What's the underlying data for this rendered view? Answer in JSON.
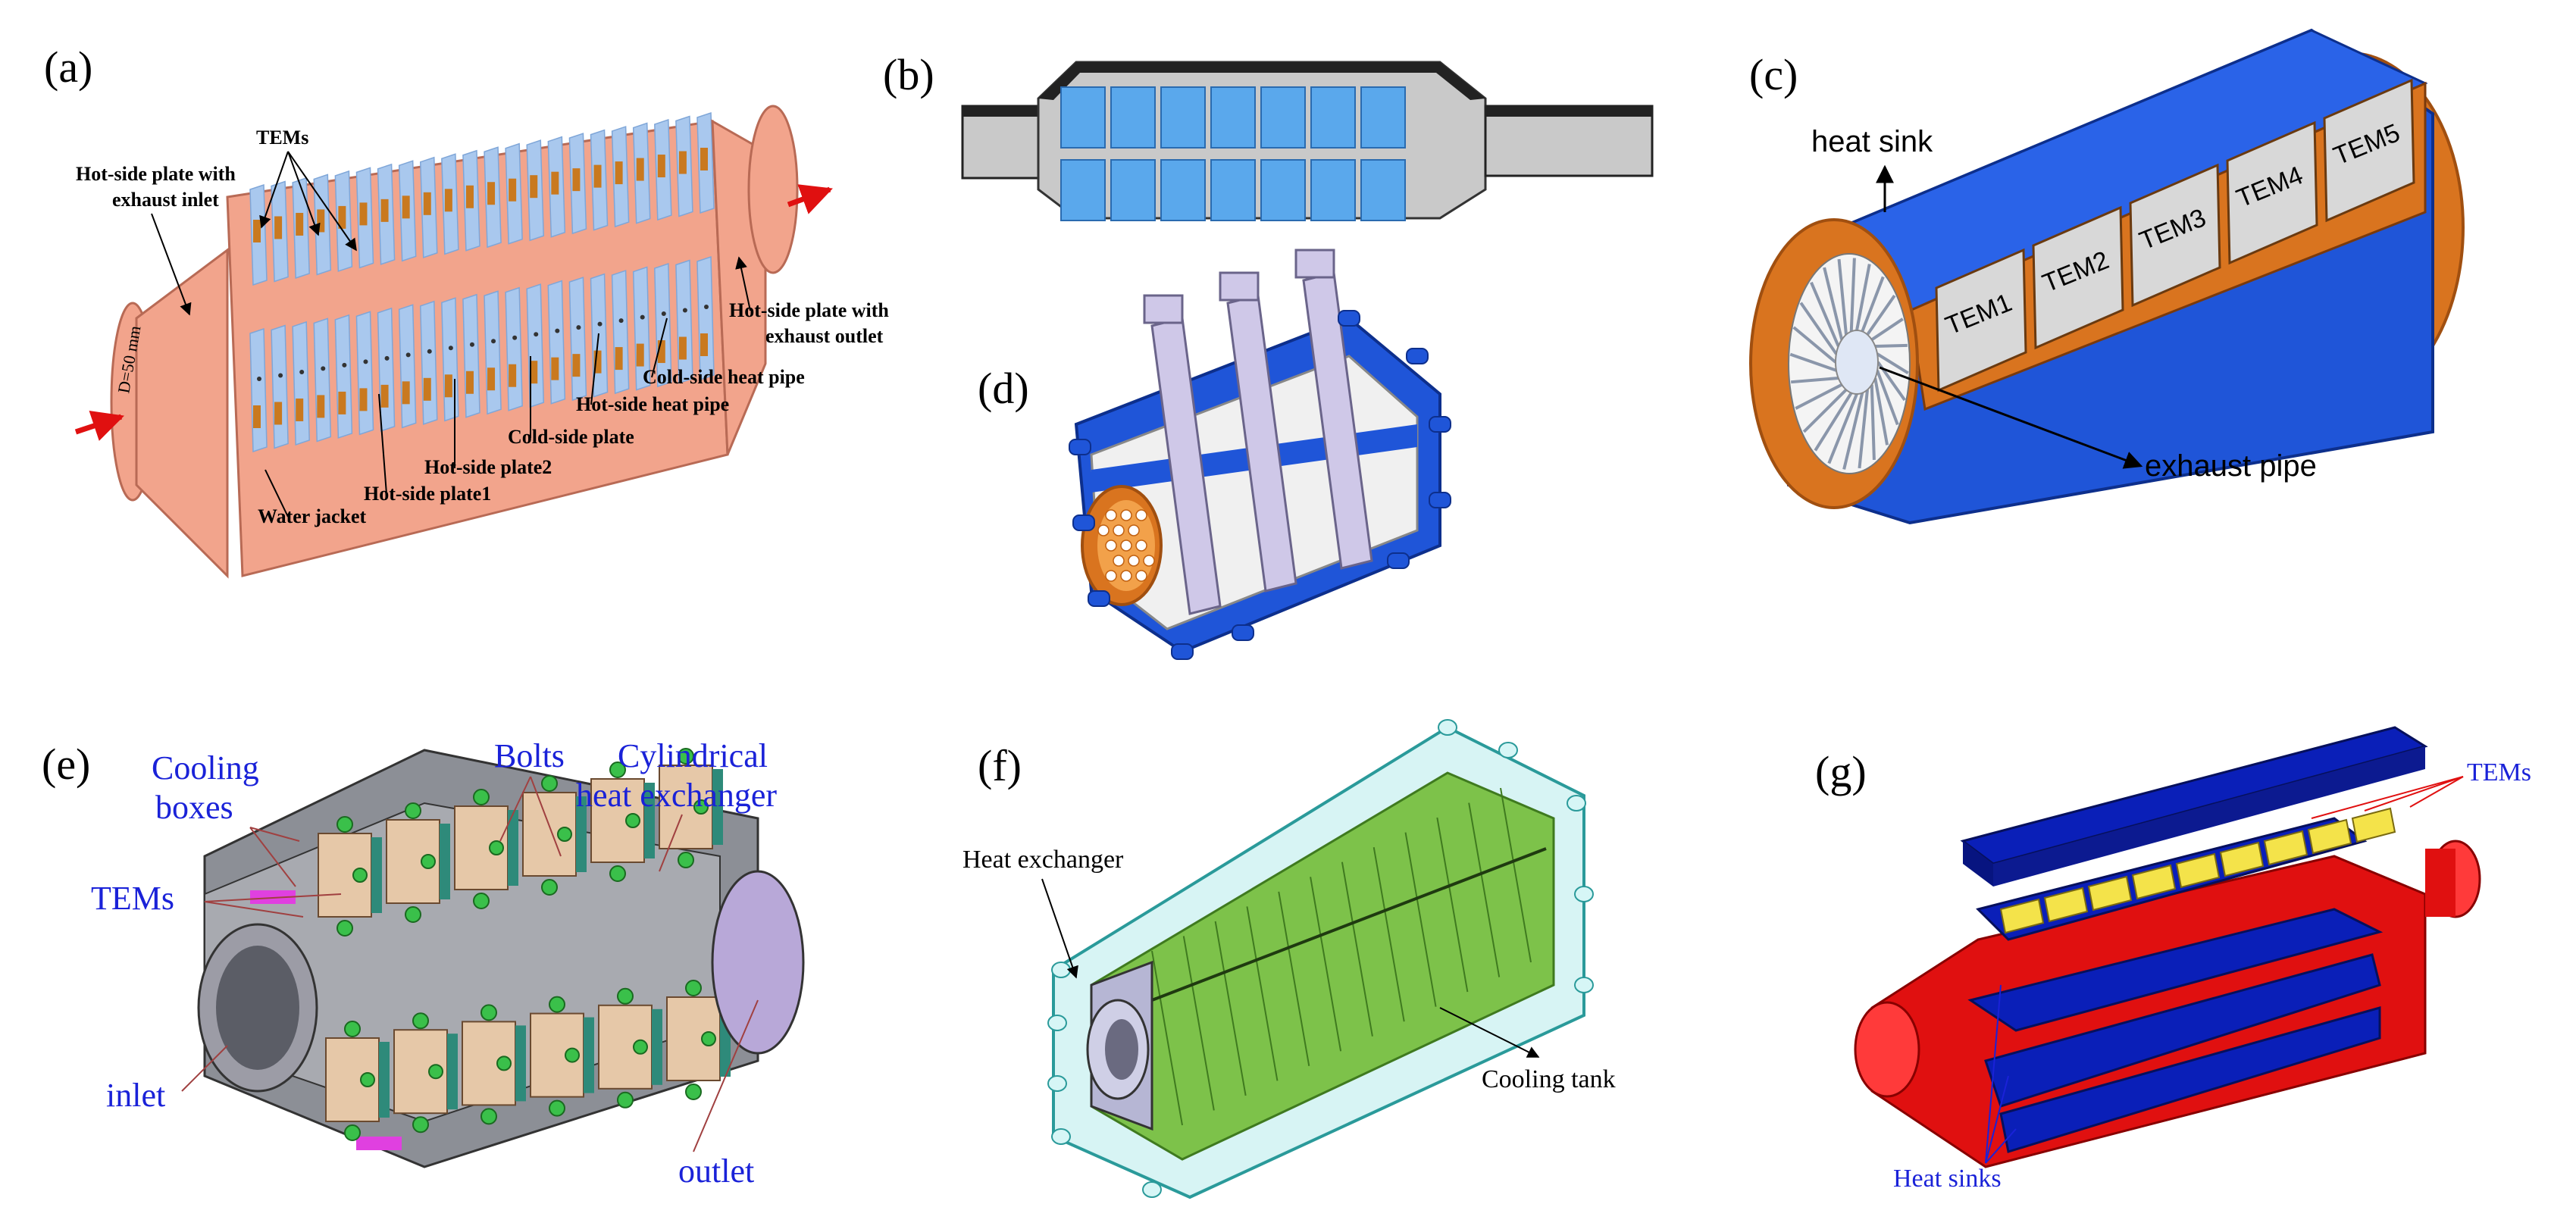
{
  "panels": [
    {
      "id": "a",
      "letter": "(a)",
      "labels": [
        "TEMs",
        "Hot-side plate with",
        "exhaust inlet",
        "Hot-side plate with",
        "exhaust outlet",
        "Cold-side heat pipe",
        "Hot-side heat pipe",
        "Cold-side plate",
        "Hot-side plate2",
        "Hot-side plate1",
        "Water jacket",
        "D=50 mm"
      ]
    },
    {
      "id": "b",
      "letter": "(b)",
      "labels": []
    },
    {
      "id": "c",
      "letter": "(c)",
      "labels": [
        "heat sink",
        "TEM1",
        "TEM2",
        "TEM3",
        "TEM4",
        "TEM5",
        "exhaust pipe"
      ]
    },
    {
      "id": "d",
      "letter": "(d)",
      "labels": []
    },
    {
      "id": "e",
      "letter": "(e)",
      "labels": [
        "Cooling",
        "boxes",
        "Bolts",
        "Cylindrical",
        "heat exchanger",
        "TEMs",
        "inlet",
        "outlet"
      ]
    },
    {
      "id": "f",
      "letter": "(f)",
      "labels": [
        "Heat exchanger",
        "Cooling tank"
      ]
    },
    {
      "id": "g",
      "letter": "(g)",
      "labels": [
        "TEMs",
        "Heat sinks"
      ]
    }
  ],
  "colors": {
    "salmon": "#f2a48c",
    "salmon_dark": "#d9806a",
    "lightblue": "#a9c8ee",
    "lightblue_dark": "#7fa6d8",
    "royal": "#1f55d8",
    "royal_dark": "#1238a6",
    "copper": "#d9741f",
    "copper_dark": "#a04f10",
    "gray": "#c9c9c9",
    "teal": "#9fe0e0",
    "green": "#7dc24a",
    "green_dark": "#4f8f2a",
    "red": "#e01010",
    "navy": "#0a1fb8",
    "yellow": "#f4e34a",
    "label_blue": "#1a22d8"
  }
}
